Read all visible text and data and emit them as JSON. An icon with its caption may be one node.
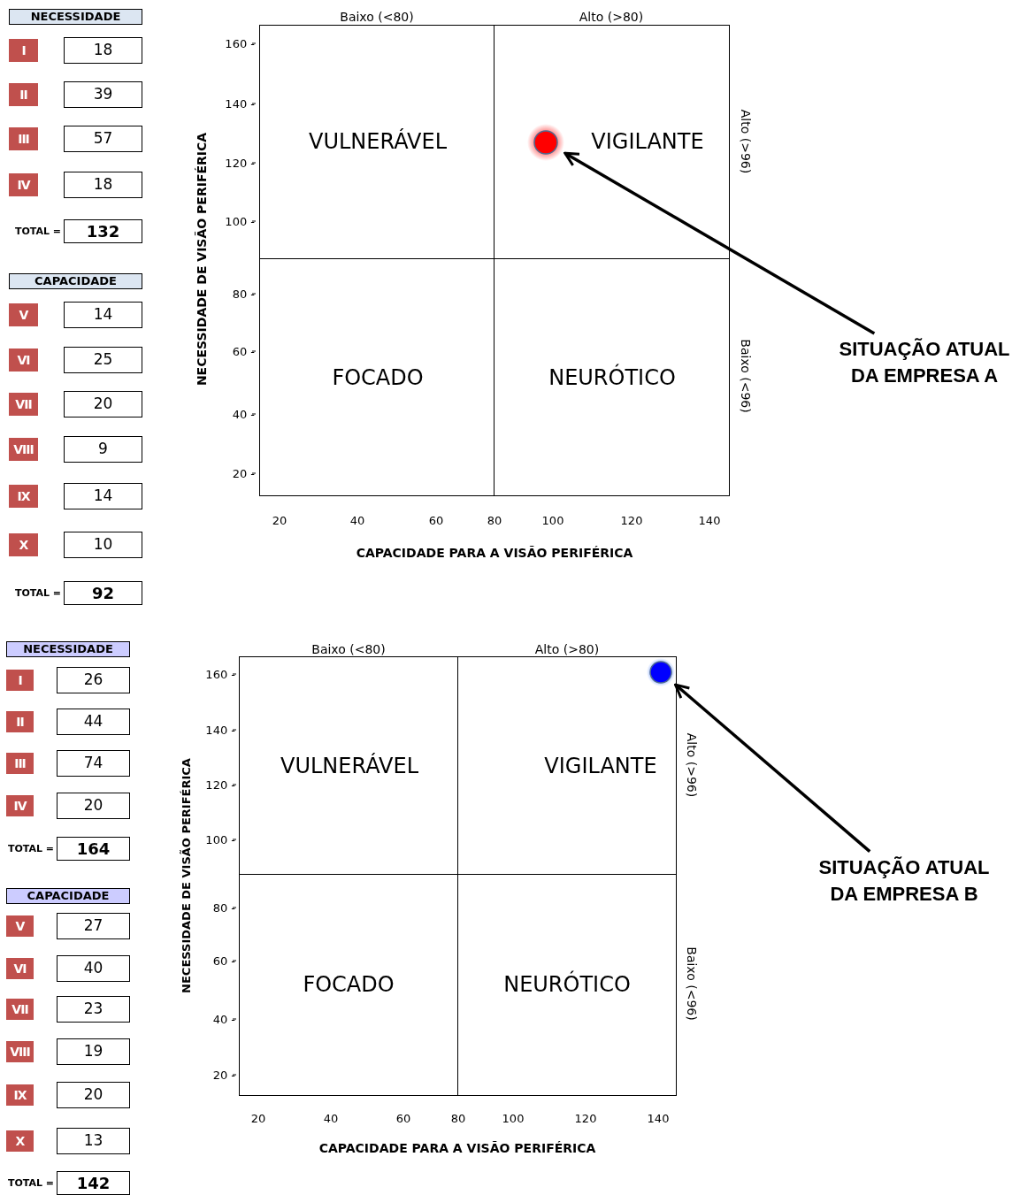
{
  "diagram": {
    "nodes": [
      {
        "text": [
          "NECESSIDADE"
        ]
      },
      {
        "text": [
          "I"
        ]
      },
      {
        "text": [
          "18"
        ]
      },
      {
        "text": [
          "II"
        ]
      },
      {
        "text": [
          "39"
        ]
      },
      {
        "text": [
          "III"
        ]
      },
      {
        "text": [
          "57"
        ]
      },
      {
        "text": [
          "IV"
        ]
      },
      {
        "text": [
          "18"
        ]
      },
      {
        "text": [
          "132"
        ],
        "beside": [
          "TOTAL ="
        ]
      },
      {
        "text": [
          "CAPACIDADE"
        ]
      },
      {
        "text": [
          "V"
        ]
      },
      {
        "text": [
          "14"
        ]
      },
      {
        "text": [
          "VI"
        ]
      },
      {
        "text": [
          "25"
        ]
      },
      {
        "text": [
          "VII"
        ]
      },
      {
        "text": [
          "20"
        ]
      },
      {
        "text": [
          "VIII"
        ]
      },
      {
        "text": [
          "9"
        ]
      },
      {
        "text": [
          "IX"
        ]
      },
      {
        "text": [
          "14"
        ]
      },
      {
        "text": [
          "X"
        ]
      },
      {
        "text": [
          "10"
        ]
      },
      {
        "text": [
          "92"
        ],
        "beside": [
          "TOTAL ="
        ]
      },
      {
        "text": [
          "VULNERÁVEL"
        ]
      },
      {
        "text": [
          "VIGILANTE"
        ]
      },
      {
        "text": [
          "FOCADO"
        ]
      },
      {
        "text": [
          "NEURÓTICO"
        ]
      },
      {
        "text": [],
        "shape": "circle",
        "in": 25
      },
      {
        "text": [
          "SITUAÇÃO ATUAL DA EMPRESA A"
        ]
      },
      {
        "text": [
          "NECESSIDADE"
        ]
      },
      {
        "text": [
          "I"
        ]
      },
      {
        "text": [
          "26"
        ]
      },
      {
        "text": [
          "II"
        ]
      },
      {
        "text": [
          "44"
        ]
      },
      {
        "text": [
          "III"
        ]
      },
      {
        "text": [
          "74"
        ]
      },
      {
        "text": [
          "IV"
        ]
      },
      {
        "text": [
          "20"
        ]
      },
      {
        "text": [
          "164"
        ],
        "beside": [
          "TOTAL ="
        ]
      },
      {
        "text": [
          "CAPACIDADE"
        ]
      },
      {
        "text": [
          "V"
        ]
      },
      {
        "text": [
          "27"
        ]
      },
      {
        "text": [
          "VI"
        ]
      },
      {
        "text": [
          "40"
        ]
      },
      {
        "text": [
          "VII"
        ]
      },
      {
        "text": [
          "23"
        ]
      },
      {
        "text": [
          "VIII"
        ]
      },
      {
        "text": [
          "19"
        ]
      },
      {
        "text": [
          "IX"
        ]
      },
      {
        "text": [
          "20"
        ]
      },
      {
        "text": [
          "X"
        ]
      },
      {
        "text": [
          "13"
        ]
      },
      {
        "text": [
          "142"
        ],
        "beside": [
          "TOTAL ="
        ]
      },
      {
        "text": [
          "VULNERÁVEL"
        ]
      },
      {
        "text": [
          "VIGILANTE"
        ]
      },
      {
        "text": [
          "FOCADO"
        ]
      },
      {
        "text": [
          "NEURÓTICO"
        ]
      },
      {
        "text": [],
        "shape": "circle",
        "in": 55
      },
      {
        "text": [
          "SITUAÇÃO ATUAL DA EMPRESA B"
        ]
      }
    ],
    "edges": [
      {
        "from": 29,
        "to": 28,
        "arrow": "to"
      },
      {
        "from": 59,
        "to": 58,
        "arrow": "to"
      }
    ],
    "labels": [
      "Baixo (<80)",
      "Alto (>80)",
      "160 -",
      "140 -",
      "120 -",
      "100 -",
      "80 -",
      "60 -",
      "40 -",
      "20 -",
      "Alto (>96)",
      "Baixo (<96)",
      "20",
      "40",
      "60",
      "80",
      "100",
      "120",
      "140",
      "CAPACIDADE PARA A VISÃO PERIFÉRICA",
      "NECESSIDADE DE VISÃO PERIFÉRICA",
      "Baixo (<80)",
      "Alto (>80)",
      "160 -",
      "140 -",
      "120 -",
      "100 -",
      "80 -",
      "60 -",
      "40 -",
      "20 -",
      "Alto (>96)",
      "Baixo (<96)",
      "20",
      "40",
      "60",
      "80",
      "100",
      "120",
      "140",
      "CAPACIDADE PARA A VISÃO PERIFÉRICA",
      "NECESSIDADE DE VISÃO PERIFÉRICA"
    ]
  }
}
